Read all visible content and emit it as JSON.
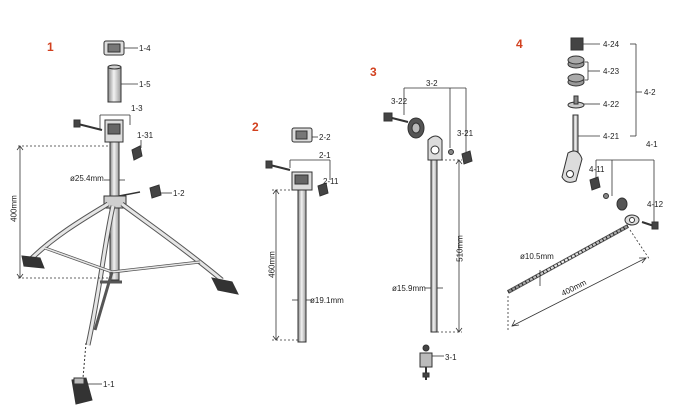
{
  "sections": {
    "s1": "1",
    "s2": "2",
    "s3": "3",
    "s4": "4"
  },
  "parts": {
    "p1_4": "1-4",
    "p1_5": "1-5",
    "p1_3": "1-3",
    "p1_31": "1-31",
    "p1_2": "1-2",
    "p1_1": "1-1",
    "p2_2": "2-2",
    "p2_1": "2-1",
    "p2_11": "2-11",
    "p3_2": "3-2",
    "p3_22": "3-22",
    "p3_21": "3-21",
    "p3_1": "3-1",
    "p4_24": "4-24",
    "p4_23": "4-23",
    "p4_22": "4-22",
    "p4_2": "4-2",
    "p4_21": "4-21",
    "p4_1": "4-1",
    "p4_11": "4-11",
    "p4_12": "4-12"
  },
  "dimensions": {
    "d1_diameter": "ø25.4mm",
    "d1_height": "400mm",
    "d2_height": "460mm",
    "d2_diameter": "ø19.1mm",
    "d3_height": "510mm",
    "d3_diameter": "ø15.9mm",
    "d4_diameter": "ø10.5mm",
    "d4_length": "400mm"
  }
}
